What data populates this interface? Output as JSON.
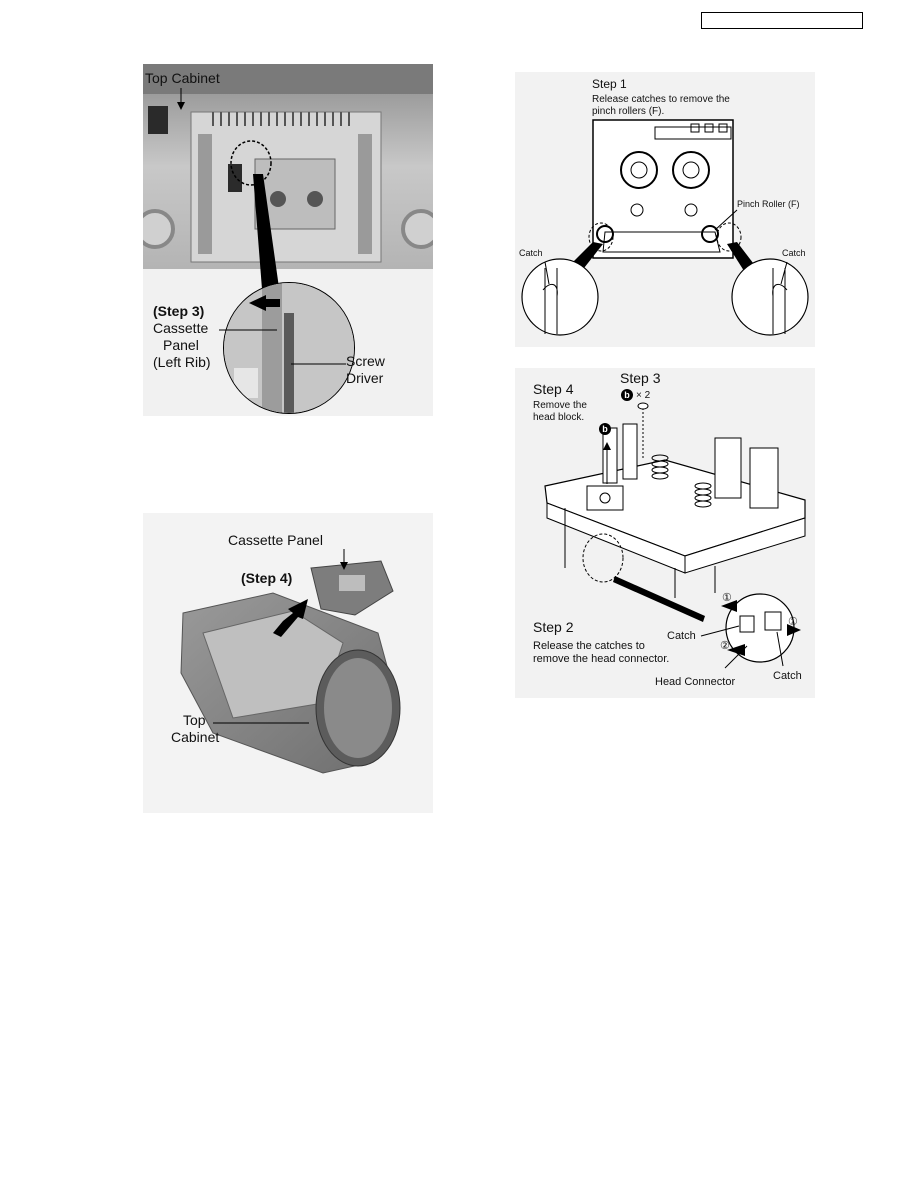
{
  "header": {
    "model_box_text": ""
  },
  "fig1": {
    "top_cabinet": "Top Cabinet",
    "step": "(Step 3)",
    "panel_line1": "Cassette",
    "panel_line2": "Panel",
    "panel_line3": "(Left Rib)",
    "tool_line1": "Screw",
    "tool_line2": "Driver"
  },
  "fig2": {
    "cassette_panel": "Cassette Panel",
    "step": "(Step 4)",
    "top_line1": "Top",
    "top_line2": "Cabinet"
  },
  "fig3": {
    "step": "Step 1",
    "desc_line1": "Release catches to remove the",
    "desc_line2": "pinch rollers (F).",
    "pinch_roller": "Pinch Roller (F)",
    "catch_left": "Catch",
    "catch_right": "Catch"
  },
  "fig4": {
    "step4": "Step 4",
    "step4_line1": "Remove the",
    "step4_line2": "head block.",
    "step3": "Step 3",
    "screw_symbol": "b",
    "screw_count": "× 2",
    "screw_marker": "b",
    "step2": "Step 2",
    "step2_line1": "Release the catches to",
    "step2_line2": "remove the head connector.",
    "catch_left": "Catch",
    "catch_right": "Catch",
    "head_connector": "Head Connector",
    "num1a": "①",
    "num1b": "①",
    "num2": "②"
  }
}
